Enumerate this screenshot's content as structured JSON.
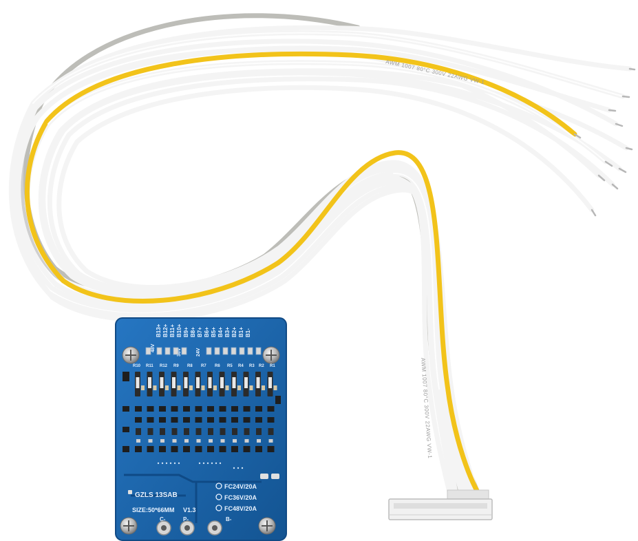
{
  "product": {
    "model": "GZLS 13SAB",
    "size": "SIZE:50*66MM",
    "version": "V1.3",
    "ratings": [
      "FC24V/20A",
      "FC36V/20A",
      "FC48V/20A"
    ],
    "top_pins": [
      "B13+",
      "B12+",
      "B11+",
      "B10+",
      "B9+",
      "B8+",
      "B7+",
      "B6+",
      "B5+",
      "B4+",
      "B3+",
      "B2+",
      "B1+",
      "B1-"
    ],
    "voltage_labels": [
      "48V",
      "36V",
      "24V"
    ],
    "terminals": [
      "C-",
      "P-",
      "B-"
    ],
    "resistor_labels": [
      "R10",
      "R11",
      "R12",
      "R9",
      "R8",
      "R7",
      "R6",
      "R5",
      "R4",
      "R3",
      "R2",
      "R1"
    ],
    "wire_print": "AWM 1007 80°C 300V 22AWG VW-1"
  },
  "colors": {
    "background": "#ffffff",
    "pcb": "#1a5fa3",
    "pcb_edge": "#114a85",
    "wire_white": "#f4f4f4",
    "wire_yellow": "#f2c31a",
    "wire_grey": "#bdbdb8",
    "connector": "#f1f1f1",
    "screw": "#c9c9c9"
  }
}
